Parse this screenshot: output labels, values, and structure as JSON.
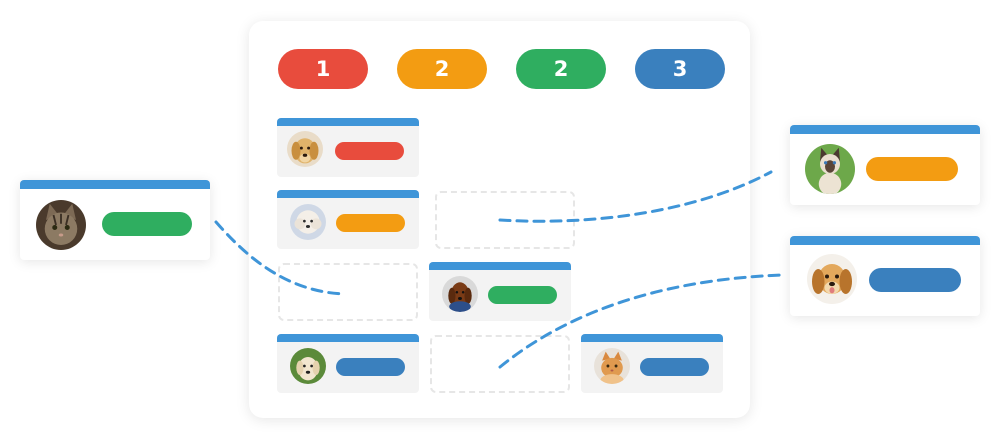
{
  "columns": [
    {
      "count": "1",
      "color": "#e84c3d"
    },
    {
      "count": "2",
      "color": "#f39c12"
    },
    {
      "count": "2",
      "color": "#2fae60"
    },
    {
      "count": "3",
      "color": "#3a80be"
    }
  ],
  "colors": {
    "card_header": "#3f95d8",
    "connector": "#3f95d8",
    "slot_border": "#e6e6e6",
    "card_bg": "#f3f3f3"
  },
  "cards": [
    {
      "avatar": "golden-retriever",
      "column": 1
    },
    {
      "avatar": "white-poodle",
      "column": 2
    },
    {
      "avatar": "dachshund",
      "column": 3
    },
    {
      "avatar": "labrador",
      "column": 4
    },
    {
      "avatar": "orange-cat",
      "column": 4
    }
  ],
  "floating_cards": [
    {
      "avatar": "tabby-cat",
      "column": 3
    },
    {
      "avatar": "siamese-cat",
      "column": 2
    },
    {
      "avatar": "golden-puppy",
      "column": 4
    }
  ]
}
